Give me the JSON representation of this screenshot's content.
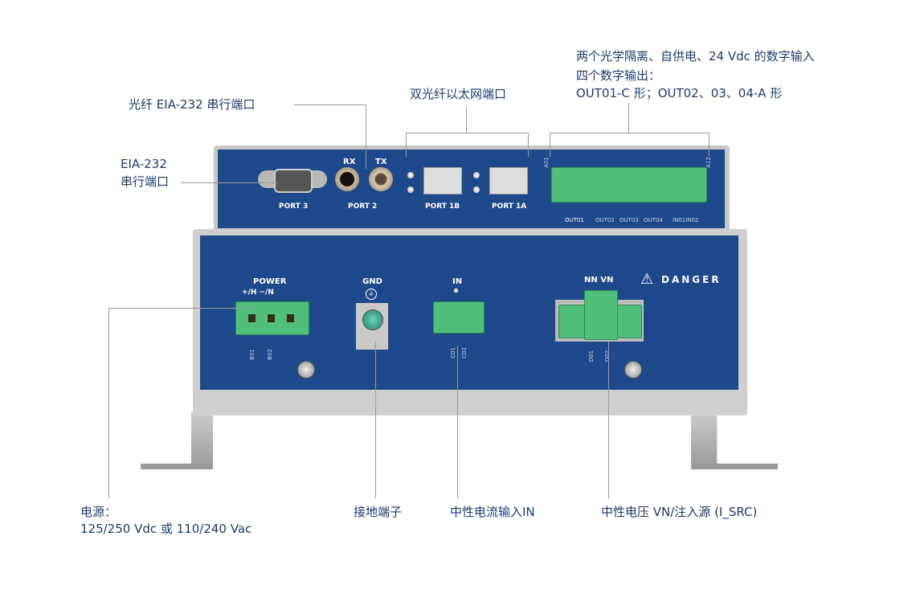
{
  "callouts": {
    "fiber_serial": "光纤 EIA-232 串行端口",
    "serial_line1": "EIA-232",
    "serial_line2": "串行端口",
    "ethernet": "双光纤以太网端口",
    "io_line1": "两个光学隔离、自供电、24 Vdc 的数字输入",
    "io_line2": "四个数字输出：",
    "io_line3": "OUT01-C 形；OUT02、03、04-A 形",
    "power_line1": "电源：",
    "power_line2": "125/250 Vdc 或 110/240 Vac",
    "ground": "接地端子",
    "neutral_current": "中性电流输入IN",
    "neutral_voltage": "中性电压 VN/注入源 (I_SRC)"
  },
  "upper_panel": {
    "port3": "PORT 3",
    "port2": "PORT 2",
    "rx": "RX",
    "tx": "TX",
    "port1b": "PORT 1B",
    "port1a": "PORT 1A",
    "a01": "A01",
    "a12": "A12",
    "outputs": [
      "OUT01",
      "OUT02",
      "OUT03",
      "OUT04",
      "IN01IN02"
    ]
  },
  "lower_panel": {
    "power": "POWER",
    "power_pol": "+/H  −/N",
    "b01": "B01",
    "b02": "B02",
    "gnd": "GND",
    "in": "IN",
    "c01": "C01",
    "c02": "C02",
    "nn_vn": "NN  VN",
    "d01": "D01",
    "d02": "D02",
    "danger": "DANGER"
  }
}
